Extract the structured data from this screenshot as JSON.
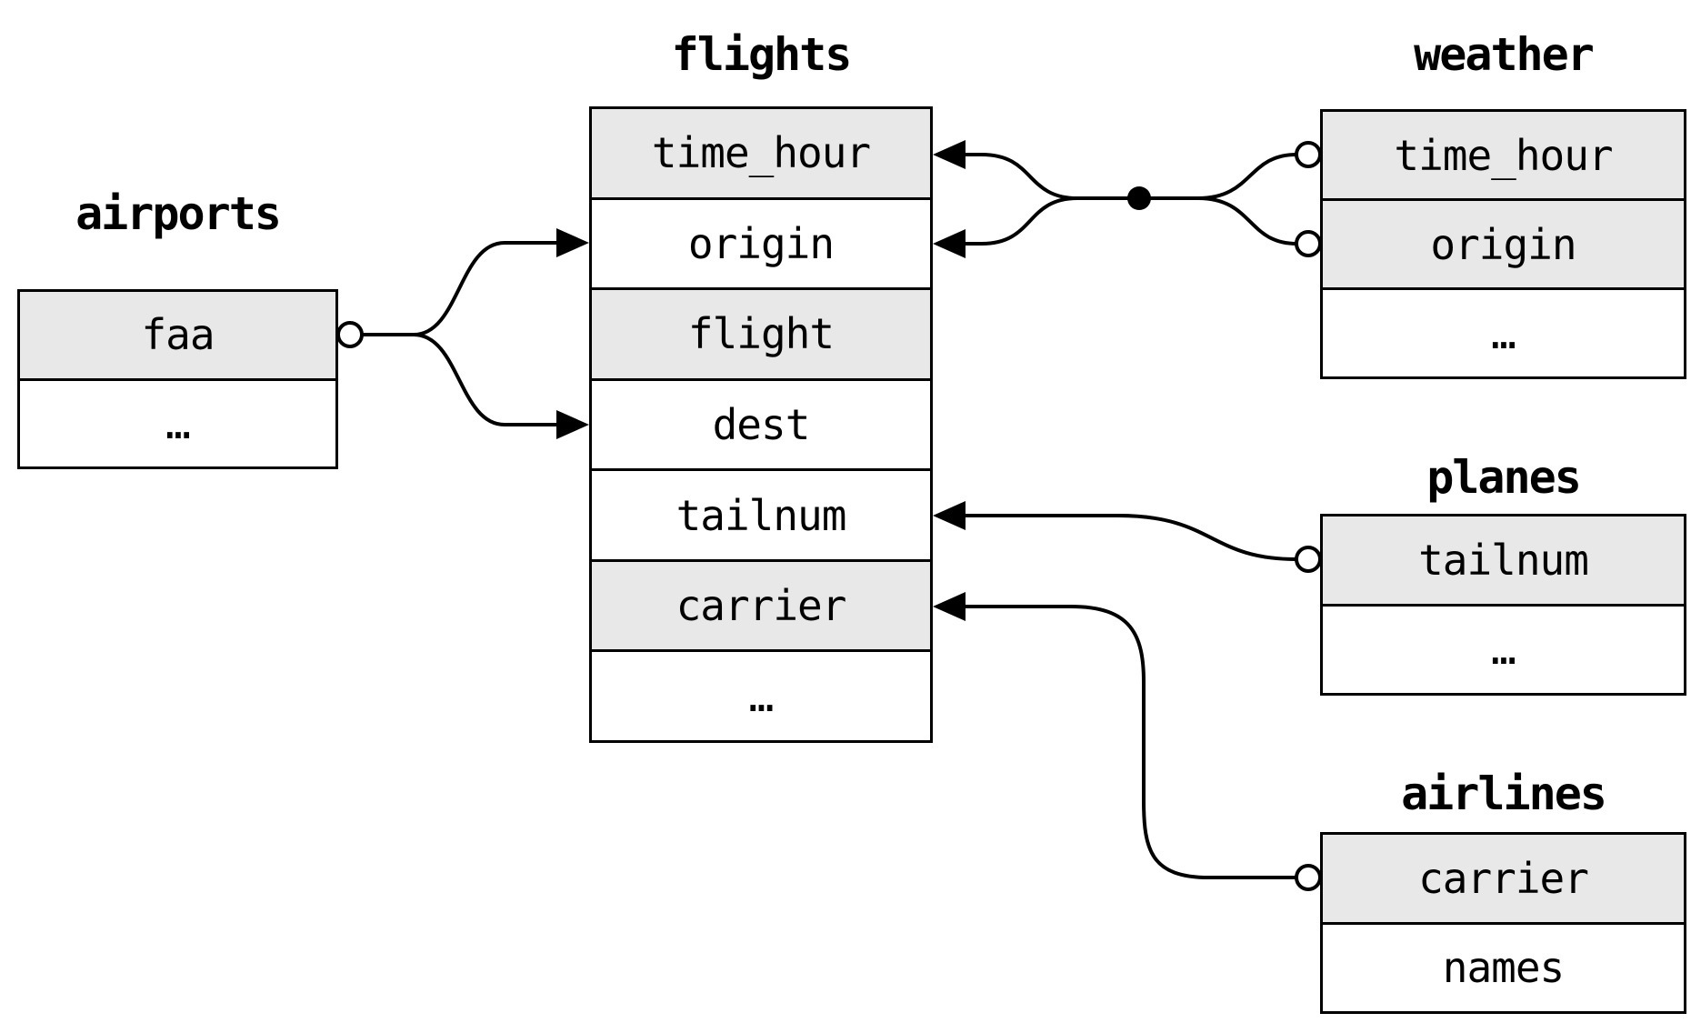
{
  "tables": {
    "airports": {
      "title": "airports",
      "rows": [
        {
          "label": "faa",
          "is_key": true
        },
        {
          "label": "…",
          "is_key": false
        }
      ]
    },
    "flights": {
      "title": "flights",
      "rows": [
        {
          "label": "time_hour",
          "is_key": true
        },
        {
          "label": "origin",
          "is_key": false
        },
        {
          "label": "flight",
          "is_key": true
        },
        {
          "label": "dest",
          "is_key": false
        },
        {
          "label": "tailnum",
          "is_key": false
        },
        {
          "label": "carrier",
          "is_key": true
        },
        {
          "label": "…",
          "is_key": false
        }
      ]
    },
    "weather": {
      "title": "weather",
      "rows": [
        {
          "label": "time_hour",
          "is_key": true
        },
        {
          "label": "origin",
          "is_key": true
        },
        {
          "label": "…",
          "is_key": false
        }
      ]
    },
    "planes": {
      "title": "planes",
      "rows": [
        {
          "label": "tailnum",
          "is_key": true
        },
        {
          "label": "…",
          "is_key": false
        }
      ]
    },
    "airlines": {
      "title": "airlines",
      "rows": [
        {
          "label": "carrier",
          "is_key": true
        },
        {
          "label": "names",
          "is_key": false
        }
      ]
    }
  },
  "relations": [
    {
      "from": "airports.faa",
      "to": [
        "flights.origin",
        "flights.dest"
      ]
    },
    {
      "from": [
        "weather.time_hour",
        "weather.origin"
      ],
      "to": [
        "flights.time_hour",
        "flights.origin"
      ]
    },
    {
      "from": "planes.tailnum",
      "to": [
        "flights.tailnum"
      ]
    },
    {
      "from": "airlines.carrier",
      "to": [
        "flights.carrier"
      ]
    }
  ],
  "colors": {
    "key_row_fill": "#e8e8e8",
    "row_fill": "#ffffff",
    "border": "#000000",
    "connector": "#000000",
    "background": "#ffffff"
  }
}
